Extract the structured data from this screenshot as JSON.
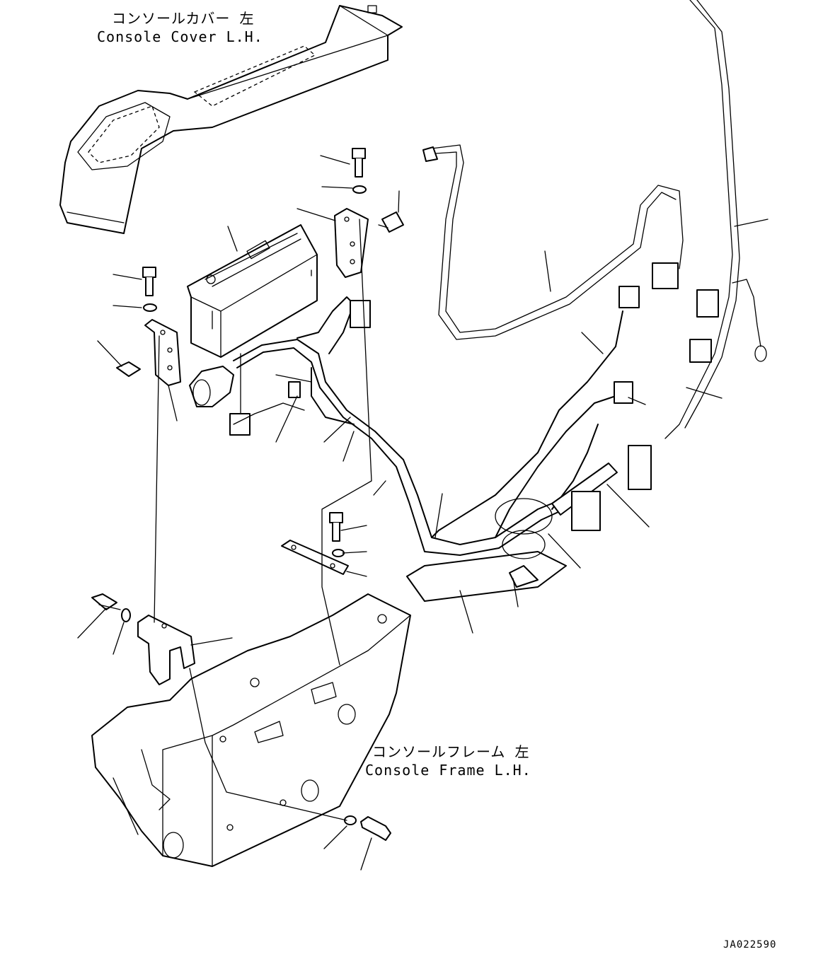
{
  "labels": {
    "console_cover_jp": "コンソールカバー 左",
    "console_cover_en": "Console Cover L.H.",
    "console_frame_jp": "コンソールフレーム 左",
    "console_frame_en": "Console Frame L.H."
  },
  "drawing_code": "JA022590"
}
